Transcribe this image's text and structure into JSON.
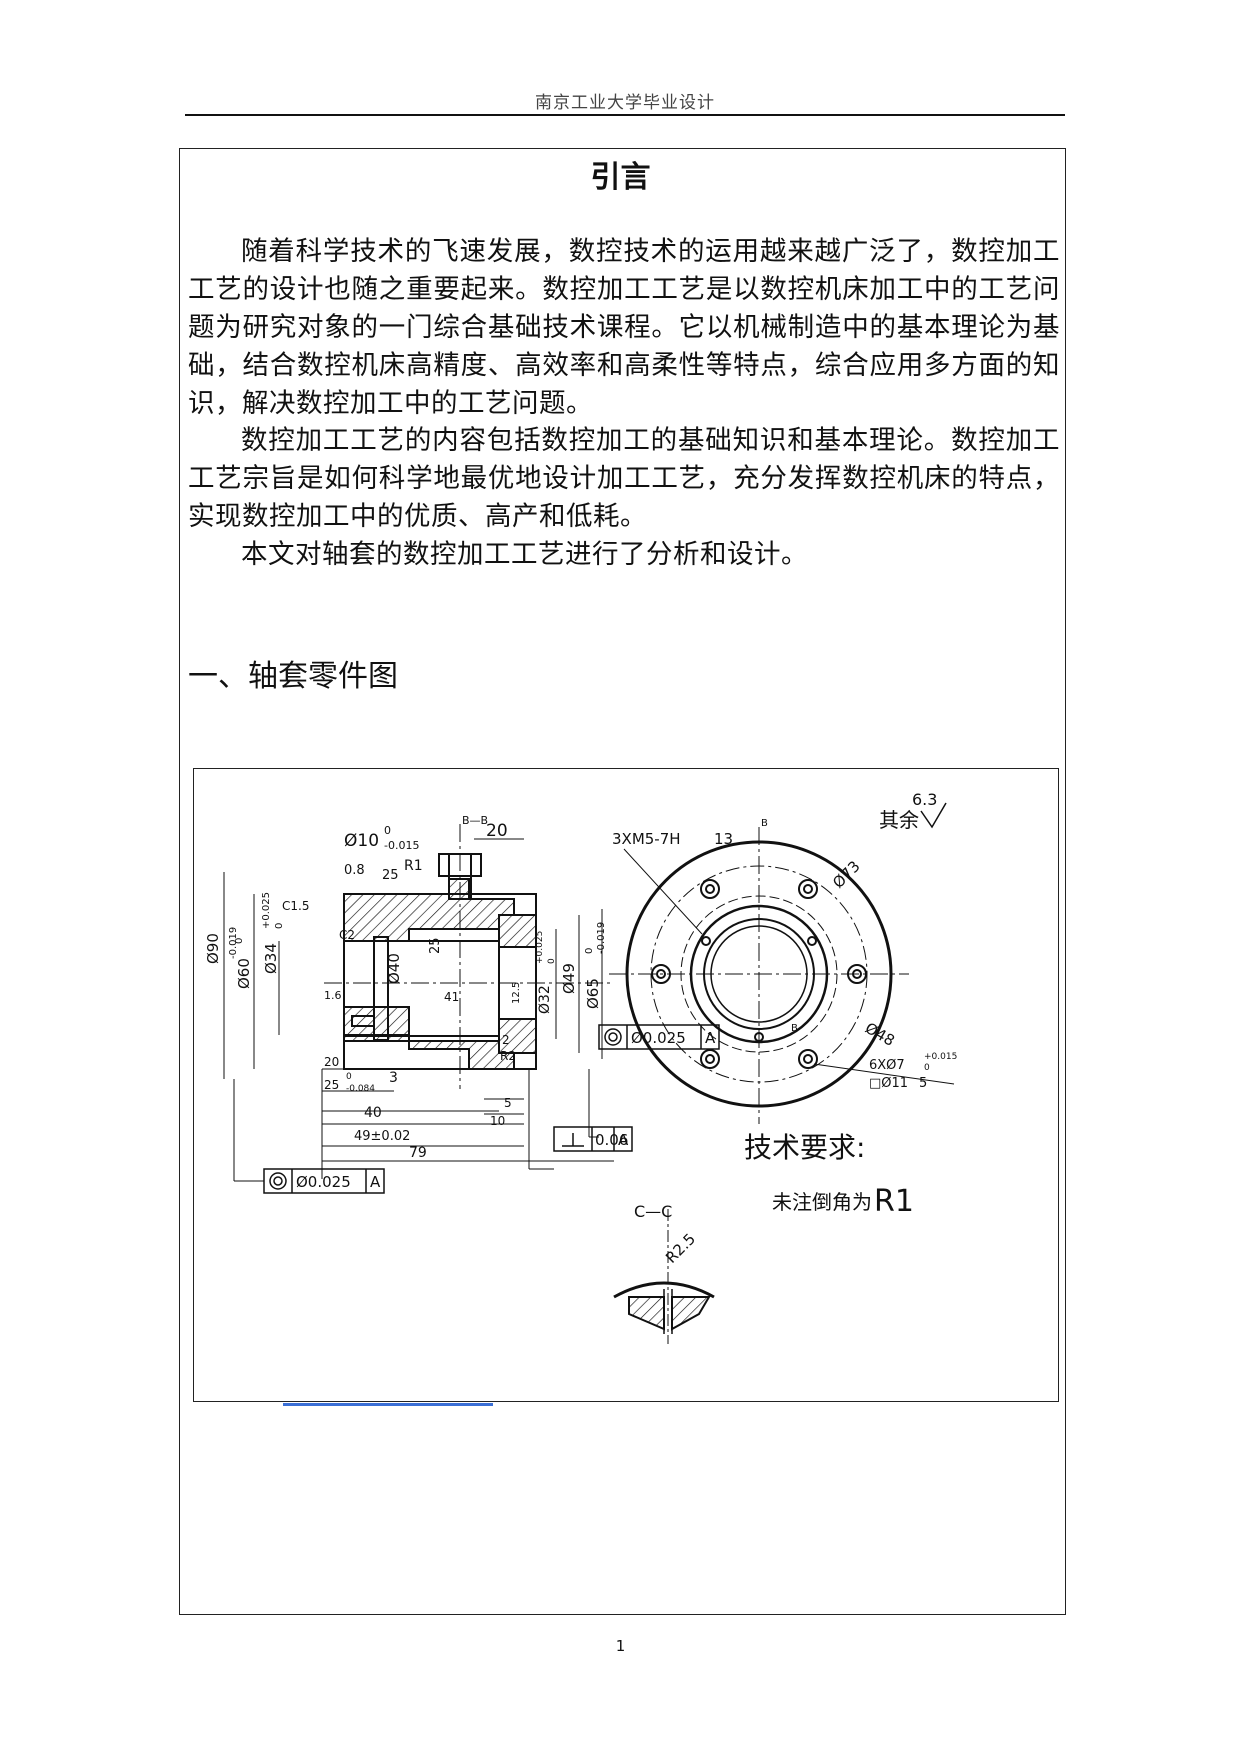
{
  "header": {
    "text": "南京工业大学毕业设计"
  },
  "title": "引言",
  "paragraphs": [
    "随着科学技术的飞速发展，数控技术的运用越来越广泛了，数控加工工艺的设计也随之重要起来。数控加工工艺是以数控机床加工中的工艺问题为研究对象的一门综合基础技术课程。它以机械制造中的基本理论为基础，结合数控机床高精度、高效率和高柔性等特点，综合应用多方面的知识，解决数控加工中的工艺问题。",
    "数控加工工艺的内容包括数控加工的基础知识和基本理论。数控加工工艺宗旨是如何科学地最优地设计加工工艺，充分发挥数控机床的特点，实现数控加工中的优质、高产和低耗。",
    "本文对轴套的数控加工工艺进行了分析和设计。"
  ],
  "section_heading": "一、轴套零件图",
  "drawing": {
    "section_label_bb": "B—B",
    "d10": "Ø10",
    "d10_tol_upper": "0",
    "d10_tol_lower": "-0.015",
    "dim_20_top": "20",
    "r1_label": "R1",
    "rough_08": "0.8",
    "dim_25_top": "25",
    "c15": "C1.5",
    "c2": "C2",
    "d90": "Ø90",
    "d60": "Ø60",
    "d60_tol_upper": "0",
    "d60_tol_lower": "-0.019",
    "d34": "Ø34",
    "d34_tol_upper": "+0.025",
    "d34_tol_lower": "0",
    "d40": "Ø40",
    "dim_25_mid": "25",
    "rough_16": "1.6",
    "dim_41": "41",
    "d32": "Ø32",
    "d32_tol_upper": "+0.025",
    "d32_tol_lower": "0",
    "d49": "Ø49",
    "d65": "Ø65",
    "d65_tol_upper": "0",
    "d65_tol_lower": "-0.019",
    "rough_125": "12.5",
    "dim_2": "2",
    "r2_label": "R2",
    "dim_20_bottom": "20",
    "dim_3": "3",
    "dim_25_bottom": "25",
    "d25_tol_upper": "0",
    "d25_tol_lower": "-0.084",
    "dim_5": "5",
    "dim_10": "10",
    "dim_40": "40",
    "dim_49": "49±0.02",
    "dim_79": "79",
    "tol_coax_1_value": "Ø0.025",
    "tol_coax_1_datum": "A",
    "tol_perp_value": "0.06",
    "tol_perp_datum": "A",
    "tol_coax_2_value": "Ø0.025",
    "tol_coax_2_datum": "A",
    "thread_label": "3XM5-7H",
    "thread_depth": "13",
    "other_rough_label": "其余",
    "other_rough_value": "6.3",
    "d73": "Ø73",
    "d48": "Ø48",
    "holes_label": "6XØ7",
    "holes_tol_upper": "+0.015",
    "holes_tol_lower": "0",
    "counterbore_label": "□Ø11",
    "counterbore_depth": "5",
    "b_mark": "B",
    "tech_req_title": "技术要求:",
    "tech_req_text": "未注倒角为",
    "tech_req_r1": "R1",
    "section_label_cc": "C—C",
    "r25_label": "R2.5"
  },
  "page_number": "1"
}
